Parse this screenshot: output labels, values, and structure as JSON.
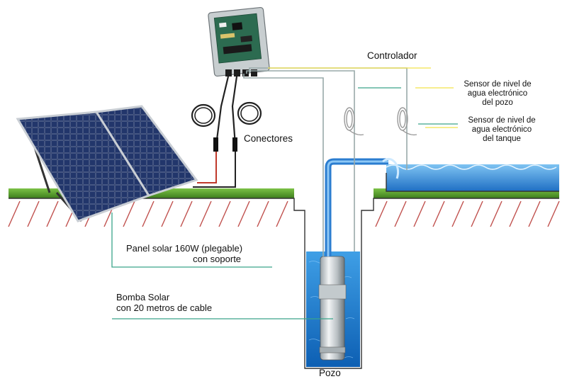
{
  "labels": {
    "controlador": "Controlador",
    "sensor_pozo": [
      "Sensor de nivel de",
      "agua electrónico",
      "del pozo"
    ],
    "sensor_tanque": [
      "Sensor de nivel de",
      "agua electrónico",
      "del tanque"
    ],
    "conectores": "Conectores",
    "panel": [
      "Panel solar 160W (plegable)",
      "con soporte"
    ],
    "bomba": [
      "Bomba Solar",
      "con 20 metros de cable"
    ],
    "pozo": "Pozo"
  },
  "colors": {
    "leader_yellow": "#f2e24a",
    "leader_teal": "#3aa58a",
    "water": "#1e7fd0",
    "ground_hatch": "#c0504d",
    "grass": "#5aa02c",
    "panel_cell": "#1a2a55"
  }
}
